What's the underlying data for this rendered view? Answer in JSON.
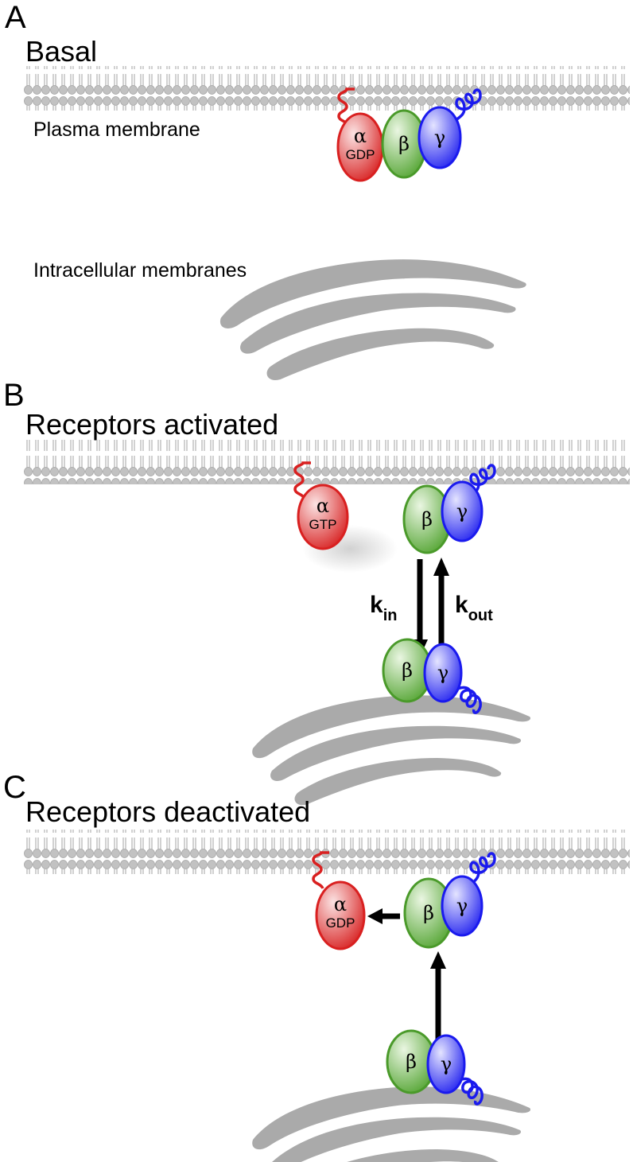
{
  "colors": {
    "alpha": "#e02020",
    "beta": "#4a9a2a",
    "gamma": "#1a1aee",
    "membrane": "#b4b4b4",
    "golgi": "#aaaaaa",
    "arrow": "#000000"
  },
  "panels": {
    "a": {
      "letter": "A",
      "title": "Basal",
      "plasma_label": "Plasma membrane",
      "intracellular_label": "Intracellular membranes",
      "alpha": "α",
      "alpha_nucleotide": "GDP",
      "beta": "β",
      "gamma": "γ"
    },
    "b": {
      "letter": "B",
      "title": "Receptors activated",
      "alpha": "α",
      "alpha_nucleotide": "GTP",
      "beta": "β",
      "gamma": "γ",
      "beta_lower": "β",
      "gamma_lower": "γ",
      "k_in": "k",
      "k_in_sub": "in",
      "k_out": "k",
      "k_out_sub": "out"
    },
    "c": {
      "letter": "C",
      "title": "Receptors deactivated",
      "alpha": "α",
      "alpha_nucleotide": "GDP",
      "beta": "β",
      "gamma": "γ",
      "beta_lower": "β",
      "gamma_lower": "γ"
    }
  }
}
